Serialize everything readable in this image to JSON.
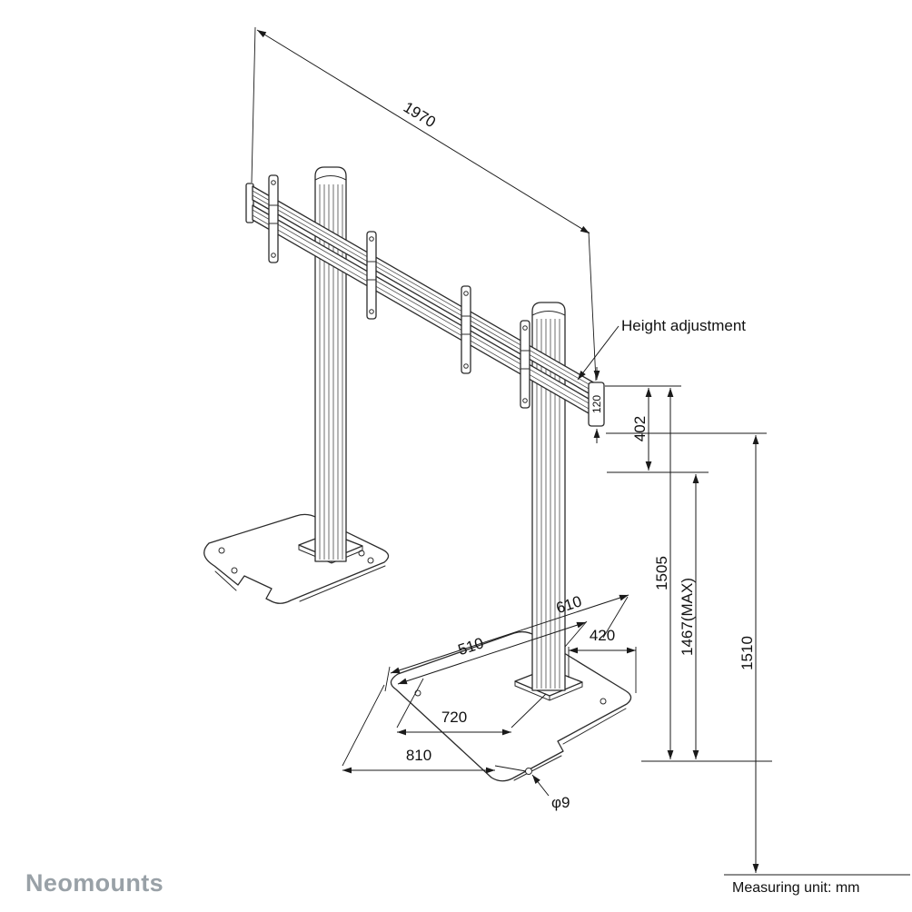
{
  "colors": {
    "background": "#ffffff",
    "line": "#1a1a1a",
    "logo": "#99a1a7"
  },
  "branding": {
    "logo": "Neomounts"
  },
  "footer": {
    "measuring_unit": "Measuring unit: mm"
  },
  "callouts": {
    "height_adjustment": "Height adjustment",
    "hole_diameter": "φ9"
  },
  "dimensions_mm": {
    "total_width": "1970",
    "rail_profile": "120",
    "d402": "402",
    "d1505": "1505",
    "d1467_max": "1467(MAX)",
    "d1510": "1510",
    "d610": "610",
    "d510": "510",
    "d420": "420",
    "d720": "720",
    "d810": "810"
  }
}
